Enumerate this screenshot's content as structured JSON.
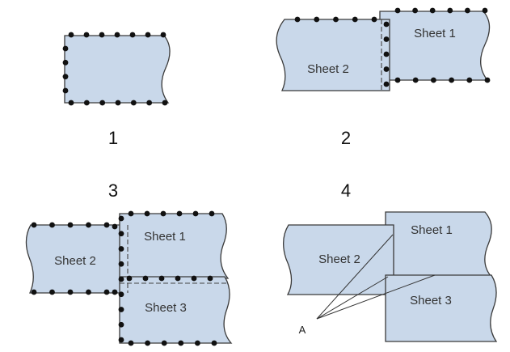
{
  "panels": [
    {
      "number": "1"
    },
    {
      "number": "2",
      "sheets": [
        "Sheet 1",
        "Sheet 2"
      ]
    },
    {
      "number": "3",
      "sheets": [
        "Sheet 1",
        "Sheet 2",
        "Sheet 3"
      ]
    },
    {
      "number": "4",
      "sheets": [
        "Sheet 1",
        "Sheet 2",
        "Sheet 3"
      ],
      "callout": "A"
    }
  ],
  "colors": {
    "sheet_fill": "#c9d8ea",
    "outline": "#3a3a3a",
    "fastener": "#111111"
  }
}
